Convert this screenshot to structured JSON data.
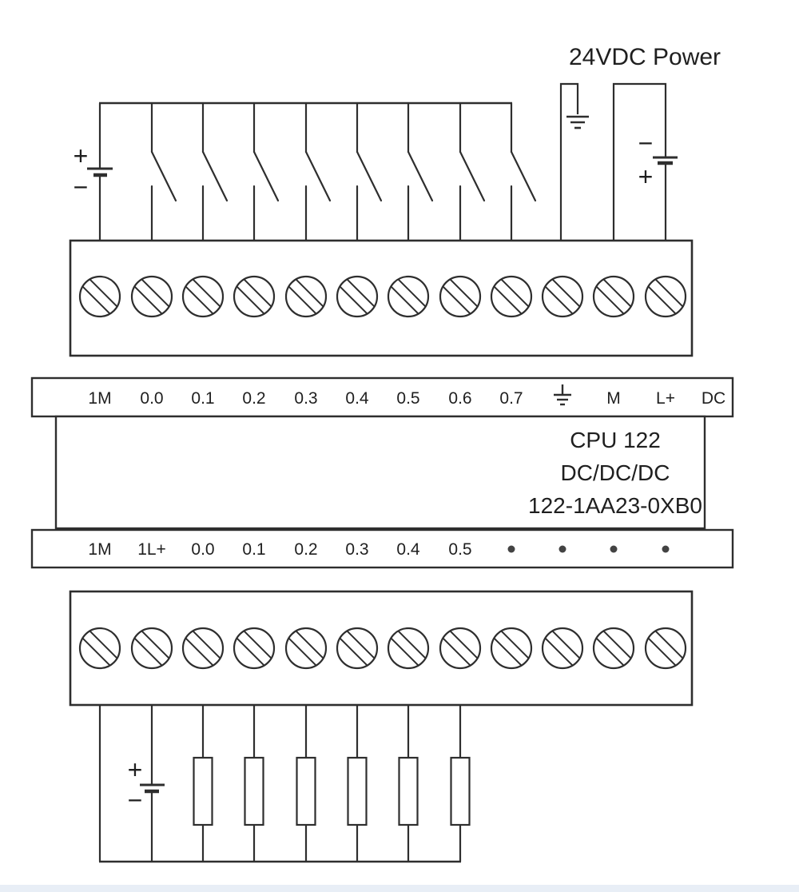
{
  "power_label": "24VDC Power",
  "cpu": {
    "model": "CPU 122",
    "family": "DC/DC/DC",
    "order_number": "122-1AA23-0XB0"
  },
  "top_strip_labels": [
    "1M",
    "0.0",
    "0.1",
    "0.2",
    "0.3",
    "0.4",
    "0.5",
    "0.6",
    "0.7",
    "⏚",
    "M",
    "L+",
    "DC"
  ],
  "bottom_strip_labels": [
    "1M",
    "1L+",
    "0.0",
    "0.1",
    "0.2",
    "0.3",
    "0.4",
    "0.5"
  ],
  "bottom_unused_dot_count": 4,
  "counts": {
    "terminal_screws_per_block": 12,
    "input_switches": 8,
    "output_loads": 6
  },
  "signs": {
    "input_battery_plus": "+",
    "input_battery_minus": "−",
    "power_battery_minus": "−",
    "power_battery_plus": "+",
    "output_battery_plus": "+",
    "output_battery_minus": "−"
  },
  "colors": {
    "line": "#2e2e2e",
    "text": "#1f1f1f",
    "footer_strip": "#e8eef6",
    "dot": "#434343",
    "background": "#ffffff"
  }
}
